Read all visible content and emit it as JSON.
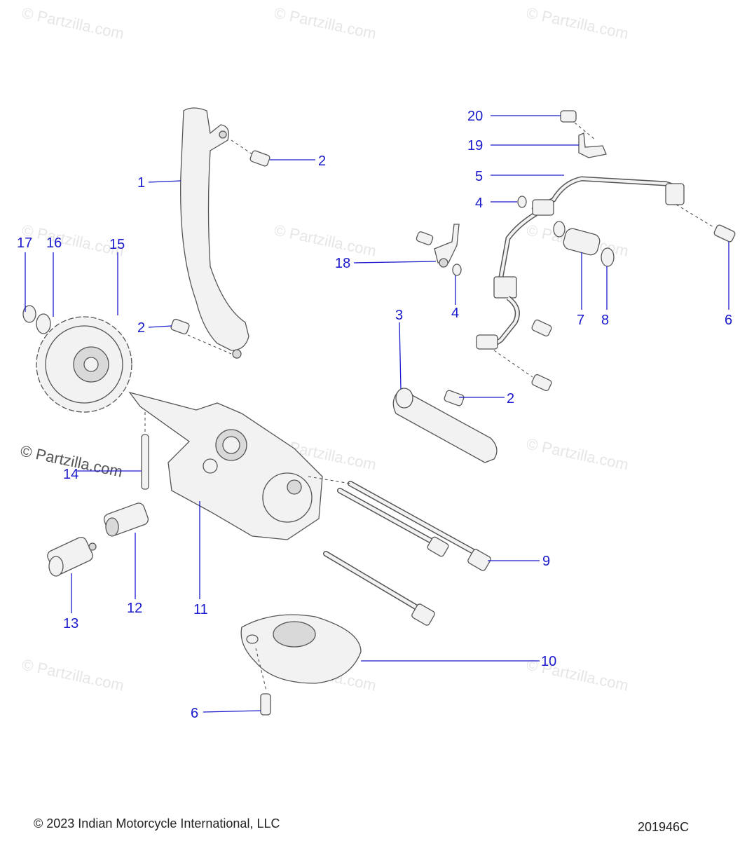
{
  "watermark": {
    "text": "© Partzilla.com"
  },
  "footer": {
    "copyright": "© 2023 Indian Motorcycle International, LLC",
    "drawing_number": "201946C"
  },
  "callouts": {
    "c1": "1",
    "c2a": "2",
    "c2b": "2",
    "c2c": "2",
    "c4a": "4",
    "c4b": "4",
    "c5": "5",
    "c6a": "6",
    "c6b": "6",
    "c7": "7",
    "c8": "8",
    "c9": "9",
    "c10": "10",
    "c11": "11",
    "c12": "12",
    "c13": "13",
    "c14": "14",
    "c15": "15",
    "c16": "16",
    "c17": "17",
    "c18": "18",
    "c19": "19",
    "c20": "20",
    "c3": "3"
  },
  "colors": {
    "callout": "#1a1acc",
    "line_art": "#555555"
  }
}
